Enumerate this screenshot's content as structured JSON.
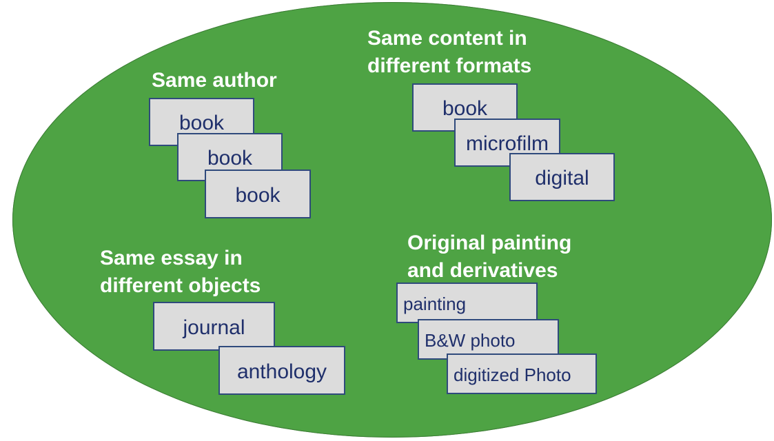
{
  "groups": [
    {
      "heading": [
        "Same author"
      ],
      "items": [
        "book",
        "book",
        "book"
      ]
    },
    {
      "heading": [
        "Same content in",
        "different formats"
      ],
      "items": [
        "book",
        "microfilm",
        "digital"
      ]
    },
    {
      "heading": [
        "Same essay in",
        "different objects"
      ],
      "items": [
        "journal",
        "anthology"
      ]
    },
    {
      "heading": [
        "Original painting",
        "and derivatives"
      ],
      "items": [
        "painting",
        "B&W photo",
        "digitized Photo"
      ]
    }
  ],
  "colors": {
    "background": "#4ea344",
    "box": "#dcdcdc",
    "box_border": "#2f4a7c",
    "box_text": "#1f2f6b"
  }
}
